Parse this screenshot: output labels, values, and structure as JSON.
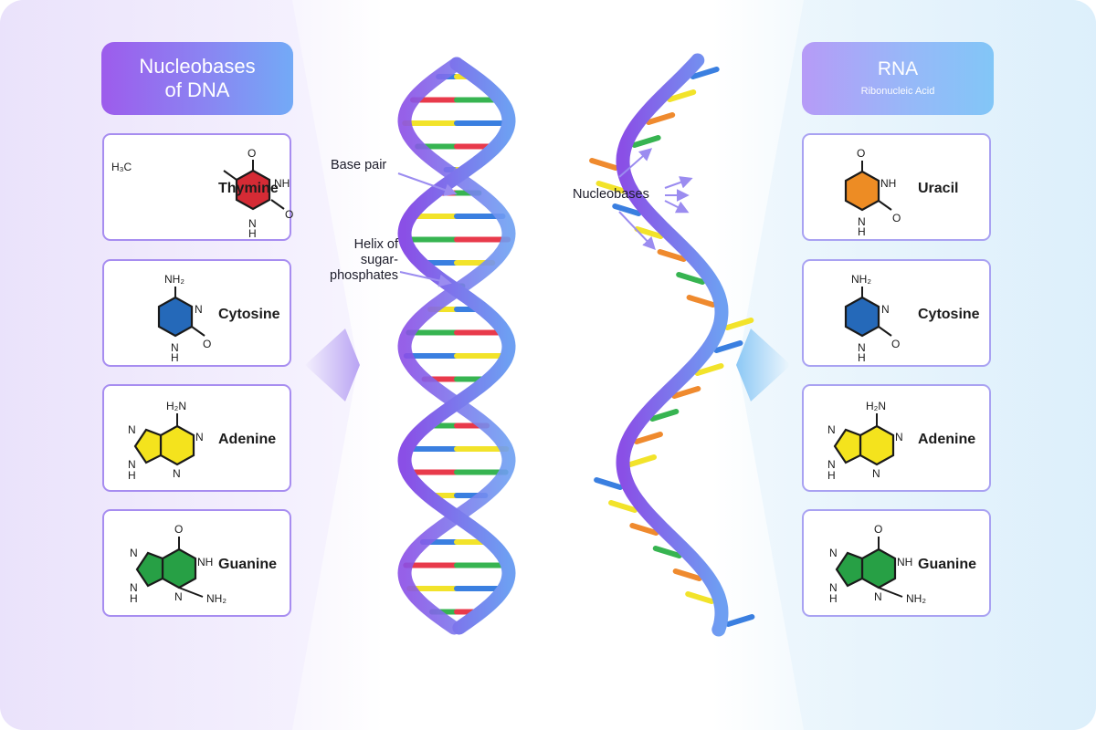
{
  "dna_panel": {
    "title_line1": "Nucleobases",
    "title_line2": "of DNA",
    "cards": [
      {
        "name": "Thymine",
        "color": "#d52b35",
        "methyl_label": "H₃C"
      },
      {
        "name": "Cytosine",
        "color": "#2569b9",
        "amino_label": "NH₂"
      },
      {
        "name": "Adenine",
        "color": "#f4e31d",
        "amino_label": "H₂N"
      },
      {
        "name": "Guanine",
        "color": "#27a045",
        "amino_label": "NH₂"
      }
    ]
  },
  "rna_panel": {
    "title": "RNA",
    "subtitle": "Ribonucleic Acid",
    "cards": [
      {
        "name": "Uracil",
        "color": "#ed8c24"
      },
      {
        "name": "Cytosine",
        "color": "#2569b9",
        "amino_label": "NH₂"
      },
      {
        "name": "Adenine",
        "color": "#f4e31d",
        "amino_label": "H₂N"
      },
      {
        "name": "Guanine",
        "color": "#27a045",
        "amino_label": "NH₂"
      }
    ]
  },
  "atoms": {
    "oxygen": "O",
    "nh": "NH",
    "n": "N",
    "h": "H"
  },
  "labels": {
    "base_pair": "Base pair",
    "helix_line1": "Helix of",
    "helix_line2": "sugar-",
    "helix_line3": "phosphates",
    "nucleobases": "Nucleobases"
  },
  "colors": {
    "ribbon_purple": "#8a4fe6",
    "ribbon_blue": "#6e9ff2",
    "base_red": "#e83a4b",
    "base_yellow": "#f2e32a",
    "base_green": "#37b451",
    "base_blue": "#3a7fe0",
    "base_orange": "#ef8a2e",
    "arrow": "#9b8cf0"
  }
}
